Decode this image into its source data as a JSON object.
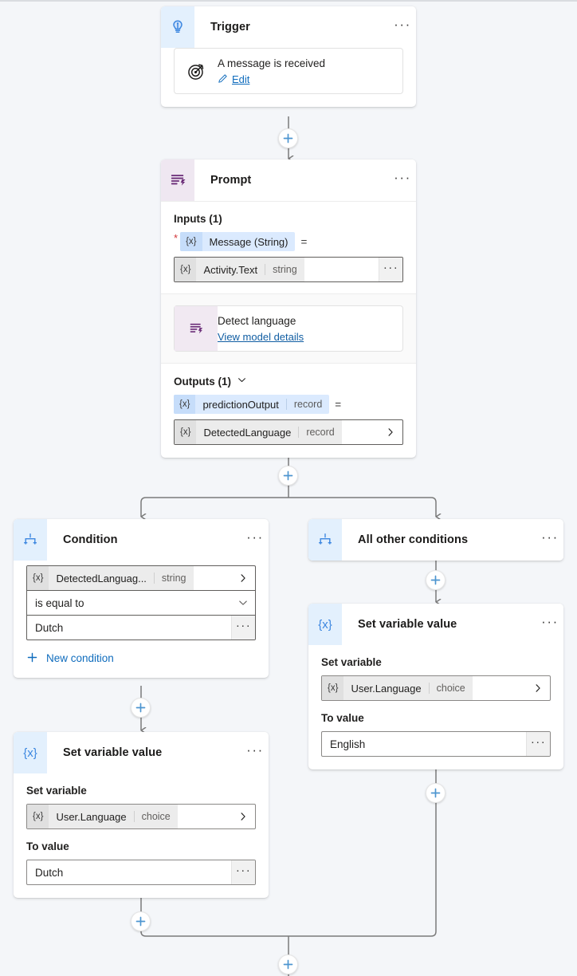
{
  "canvas": {
    "background": "#f4f6f9",
    "accent_blue": "#0f6cbd",
    "accent_purple": "#6b2d78",
    "required_red": "#d13438"
  },
  "nodes": {
    "trigger": {
      "title": "Trigger",
      "icon": "lightbulb-icon",
      "overflow": "···",
      "item": {
        "icon": "target-icon",
        "title": "A message is received",
        "link": "Edit",
        "link_icon": "pencil-icon"
      }
    },
    "prompt": {
      "title": "Prompt",
      "icon": "prompt-icon",
      "overflow": "···",
      "inputs_label": "Inputs (1)",
      "input": {
        "required_mark": "*",
        "badge": "{x}",
        "name": "Message (String)",
        "equals": "=",
        "value_badge": "{x}",
        "value_name": "Activity.Text",
        "value_type": "string",
        "overflow": "···"
      },
      "model": {
        "icon": "prompt-icon",
        "title": "Detect language",
        "link": "View model details"
      },
      "outputs_label": "Outputs (1)",
      "outputs_chevron": "chevron-down-icon",
      "output": {
        "badge": "{x}",
        "name": "predictionOutput",
        "type": "record",
        "equals": "=",
        "value_badge": "{x}",
        "value_name": "DetectedLanguage",
        "value_type": "record",
        "chevron": "chevron-right-icon"
      }
    },
    "condition": {
      "title": "Condition",
      "icon": "branch-icon",
      "overflow": "···",
      "operand": {
        "badge": "{x}",
        "name": "DetectedLanguag...",
        "type": "string",
        "chevron": "chevron-right-icon"
      },
      "operator": {
        "value": "is equal to",
        "chevron": "chevron-down-icon"
      },
      "compare_value": {
        "value": "Dutch",
        "overflow": "···"
      },
      "new_condition": "New condition"
    },
    "all_other_conditions": {
      "title": "All other conditions",
      "icon": "branch-icon",
      "overflow": "···"
    },
    "set_variable_left": {
      "title": "Set variable value",
      "icon": "variable-icon",
      "overflow": "···",
      "set_variable_label": "Set variable",
      "variable": {
        "badge": "{x}",
        "name": "User.Language",
        "type": "choice",
        "chevron": "chevron-right-icon"
      },
      "to_value_label": "To value",
      "to_value": {
        "value": "Dutch",
        "overflow": "···"
      }
    },
    "set_variable_right": {
      "title": "Set variable value",
      "icon": "variable-icon",
      "overflow": "···",
      "set_variable_label": "Set variable",
      "variable": {
        "badge": "{x}",
        "name": "User.Language",
        "type": "choice",
        "chevron": "chevron-right-icon"
      },
      "to_value_label": "To value",
      "to_value": {
        "value": "English",
        "overflow": "···"
      }
    }
  },
  "add_buttons": [
    {
      "name": "add-step-after-trigger"
    },
    {
      "name": "add-step-after-prompt"
    },
    {
      "name": "add-step-after-all-other-conditions"
    },
    {
      "name": "add-step-after-condition"
    },
    {
      "name": "add-step-after-set-variable-right"
    },
    {
      "name": "add-step-after-set-variable-left"
    },
    {
      "name": "add-step-after-merge"
    }
  ]
}
